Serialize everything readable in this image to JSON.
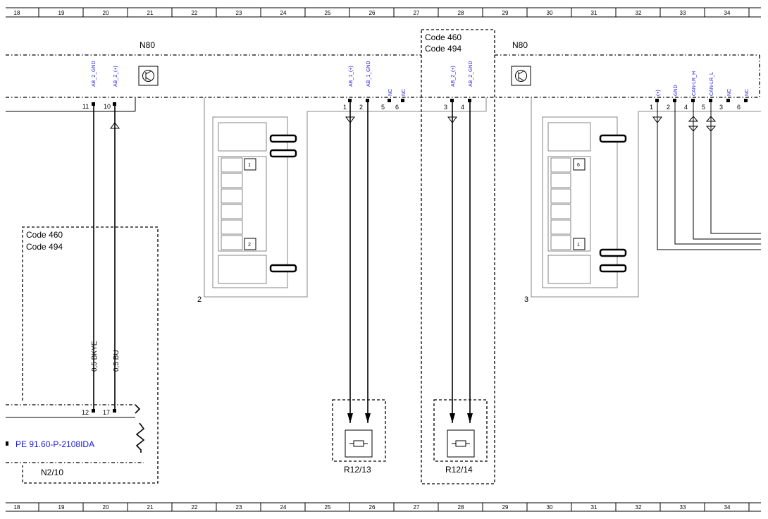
{
  "grid": {
    "columns": [
      "18",
      "19",
      "20",
      "21",
      "22",
      "23",
      "24",
      "25",
      "26",
      "27",
      "28",
      "29",
      "30",
      "31",
      "32",
      "33",
      "34"
    ]
  },
  "components": {
    "n80_left": {
      "label": "N80"
    },
    "n80_right": {
      "label": "N80"
    },
    "n2_10": {
      "label": "N2/10",
      "part_ref": "PE 91.60-P-2108IDA"
    },
    "r12_13": {
      "label": "R12/13"
    },
    "r12_14": {
      "label": "R12/14"
    }
  },
  "codes": {
    "top_box": {
      "line1": "Code 460",
      "line2": "Code 494"
    },
    "left_box": {
      "line1": "Code 460",
      "line2": "Code 494"
    }
  },
  "connectors": {
    "conn2": {
      "label": "2",
      "cavities": [
        "1",
        "2"
      ]
    },
    "conn3": {
      "label": "3",
      "cavities": [
        "6",
        "1"
      ]
    }
  },
  "pins": {
    "left_signals": [
      {
        "signal": "AB_2_GND",
        "pin": "11"
      },
      {
        "signal": "AB_2_(+)",
        "pin": "10"
      }
    ],
    "mid_signals": [
      {
        "signal": "AB_1_(+)",
        "pin": "1"
      },
      {
        "signal": "AB_1_GND",
        "pin": "2"
      },
      {
        "signal": "NC",
        "pin": "5"
      },
      {
        "signal": "NC",
        "pin": "6"
      }
    ],
    "code_signals": [
      {
        "signal": "AB_2_(+)",
        "pin": "3"
      },
      {
        "signal": "AB_2_GND",
        "pin": "4"
      }
    ],
    "right_signals": [
      {
        "signal": "(+)",
        "pin": "1"
      },
      {
        "signal": "GND",
        "pin": "2"
      },
      {
        "signal": "CAN-LR_H",
        "pin": "4"
      },
      {
        "signal": "CAN-LR_L",
        "pin": "5"
      },
      {
        "signal": "NC",
        "pin": "3"
      },
      {
        "signal": "NC",
        "pin": "6"
      }
    ],
    "n2_pins": [
      "12",
      "17"
    ]
  },
  "wires": {
    "w1": "0,5 BKYE",
    "w2": "0,5 BU"
  }
}
